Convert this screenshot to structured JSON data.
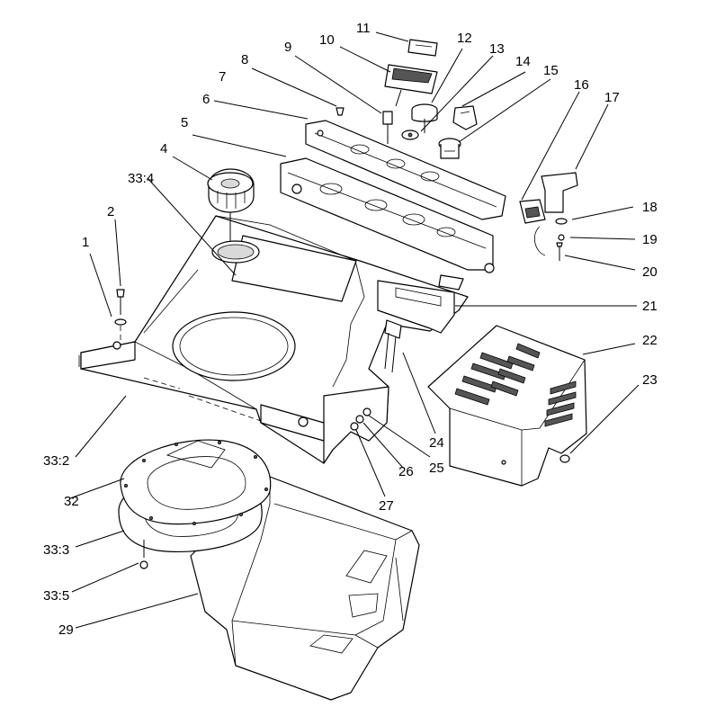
{
  "callouts": [
    {
      "id": "c1",
      "text": "1"
    },
    {
      "id": "c2",
      "text": "2"
    },
    {
      "id": "c4",
      "text": "4"
    },
    {
      "id": "c5",
      "text": "5"
    },
    {
      "id": "c6",
      "text": "6"
    },
    {
      "id": "c7",
      "text": "7"
    },
    {
      "id": "c8",
      "text": "8"
    },
    {
      "id": "c9",
      "text": "9"
    },
    {
      "id": "c10",
      "text": "10"
    },
    {
      "id": "c11",
      "text": "11"
    },
    {
      "id": "c12",
      "text": "12"
    },
    {
      "id": "c13",
      "text": "13"
    },
    {
      "id": "c14",
      "text": "14"
    },
    {
      "id": "c15",
      "text": "15"
    },
    {
      "id": "c16",
      "text": "16"
    },
    {
      "id": "c17",
      "text": "17"
    },
    {
      "id": "c18",
      "text": "18"
    },
    {
      "id": "c19",
      "text": "19"
    },
    {
      "id": "c20",
      "text": "20"
    },
    {
      "id": "c21",
      "text": "21"
    },
    {
      "id": "c22",
      "text": "22"
    },
    {
      "id": "c23",
      "text": "23"
    },
    {
      "id": "c24",
      "text": "24"
    },
    {
      "id": "c25",
      "text": "25"
    },
    {
      "id": "c26",
      "text": "26"
    },
    {
      "id": "c27",
      "text": "27"
    },
    {
      "id": "c29",
      "text": "29"
    },
    {
      "id": "c32",
      "text": "32"
    },
    {
      "id": "c33_2",
      "text": "33:2"
    },
    {
      "id": "c33_3",
      "text": "33:3"
    },
    {
      "id": "c33_4",
      "text": "33:4"
    },
    {
      "id": "c33_5",
      "text": "33:5"
    }
  ]
}
